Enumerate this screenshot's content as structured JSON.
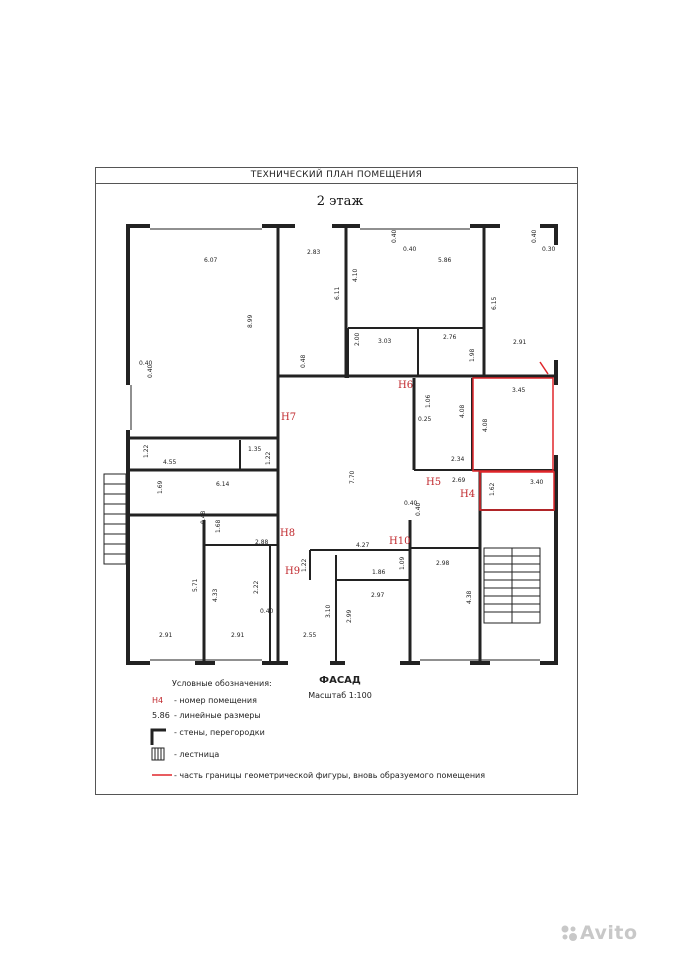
{
  "title": "ТЕХНИЧЕСКИЙ ПЛАН ПОМЕЩЕНИЯ",
  "floor": "2 этаж",
  "facade": "ФАСАД",
  "scale": "Масштаб 1:100",
  "dimensions": [
    "6.07",
    "8.99",
    "2.83",
    "6.11",
    "0.40",
    "0.40",
    "4.10",
    "5.86",
    "0.40",
    "0.30",
    "6.15",
    "2.00",
    "3.03",
    "2.76",
    "1.98",
    "2.91",
    "0.48",
    "0.40",
    "0.40",
    "1.22",
    "4.55",
    "1.35",
    "1.22",
    "1.06",
    "0.25",
    "4.08",
    "3.45",
    "4.08",
    "2.34",
    "7.70",
    "1.69",
    "6.14",
    "2.69",
    "1.62",
    "3.40",
    "0.40",
    "0.40",
    "0.48",
    "1.68",
    "2.88",
    "4.27",
    "5.71",
    "4.33",
    "2.22",
    "0.40",
    "1.22",
    "1.86",
    "1.09",
    "2.98",
    "2.97",
    "3.10",
    "2.99",
    "4.38",
    "2.91",
    "2.91",
    "2.55"
  ],
  "room_labels": [
    "Н6",
    "Н7",
    "Н5",
    "Н4",
    "Н8",
    "Н10",
    "Н9"
  ],
  "legend": {
    "title": "Условные обозначения:",
    "items": [
      {
        "symbol": "Н4",
        "text": "- номер помещения"
      },
      {
        "symbol": "5.86",
        "text": "- линейные размеры"
      },
      {
        "symbol": "wall",
        "text": "- стены, перегородки"
      },
      {
        "symbol": "stairs",
        "text": "- лестница"
      },
      {
        "symbol": "red-line",
        "text": "- часть границы геометрической фигуры, вновь образуемого помещения"
      }
    ]
  },
  "watermark": "Avito",
  "colors": {
    "wall": "#222222",
    "room_label": "#c0282d",
    "new_boundary": "#e0262b"
  }
}
